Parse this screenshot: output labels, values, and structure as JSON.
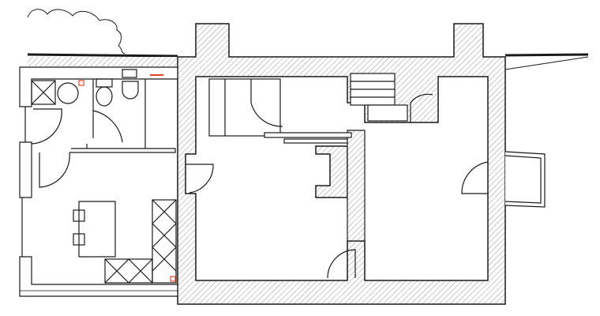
{
  "colors": {
    "background": "#ffffff",
    "line": "#1a1a1a",
    "hatch": "#9a9a9a",
    "accent_red": "#e8432a"
  },
  "plan": {
    "elements": [
      "tree-outline",
      "boundary-line",
      "extension",
      "main-house",
      "chimney-left",
      "chimney-right",
      "staircase",
      "bay-window",
      "kitchen-units",
      "bathroom-fixtures"
    ]
  }
}
